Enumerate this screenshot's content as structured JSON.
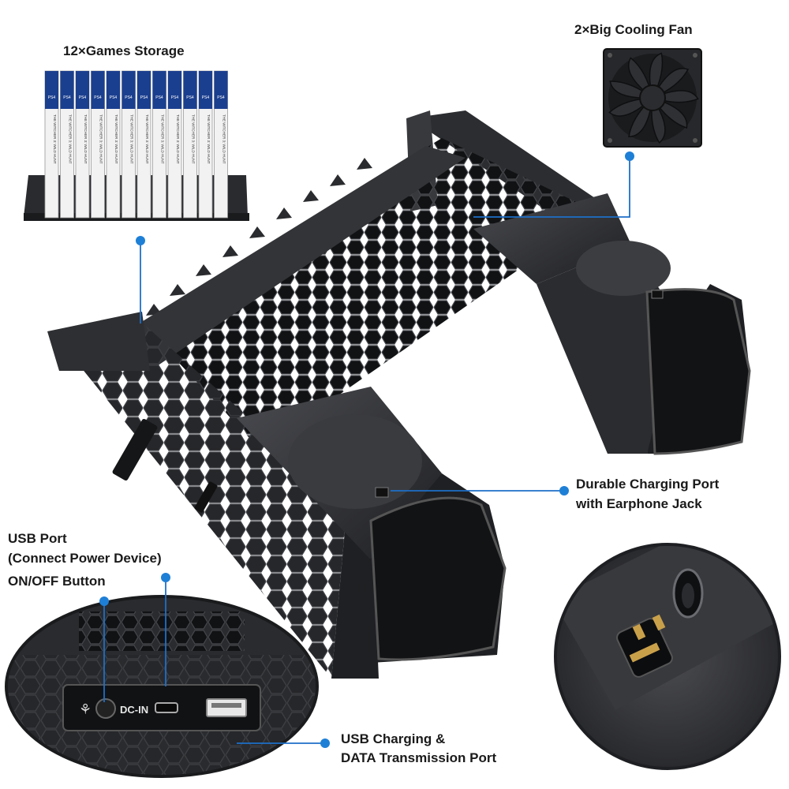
{
  "labels": {
    "games_storage": "12×Games Storage",
    "cooling_fan": "2×Big Cooling Fan",
    "charging_port_line1": "Durable Charging Port",
    "charging_port_line2": "with Earphone Jack",
    "usb_port_line1": "USB Port",
    "usb_port_line2": "(Connect Power Device)",
    "onoff_button": "ON/OFF Button",
    "usb_charging_line1": "USB Charging &",
    "usb_charging_line2": "DATA Transmission Port"
  },
  "game_case": {
    "count": 12,
    "brand_mark": "PS4",
    "spine_text": "THE WITCHER 3: WILD HUNT"
  },
  "port_panel": {
    "dc_in": "DC-IN"
  },
  "colors": {
    "callout_line": "#1e6fc8",
    "callout_dot": "#1e7fd6",
    "product_body": "#2a2b2e",
    "case_blue": "#1b3f8f"
  }
}
